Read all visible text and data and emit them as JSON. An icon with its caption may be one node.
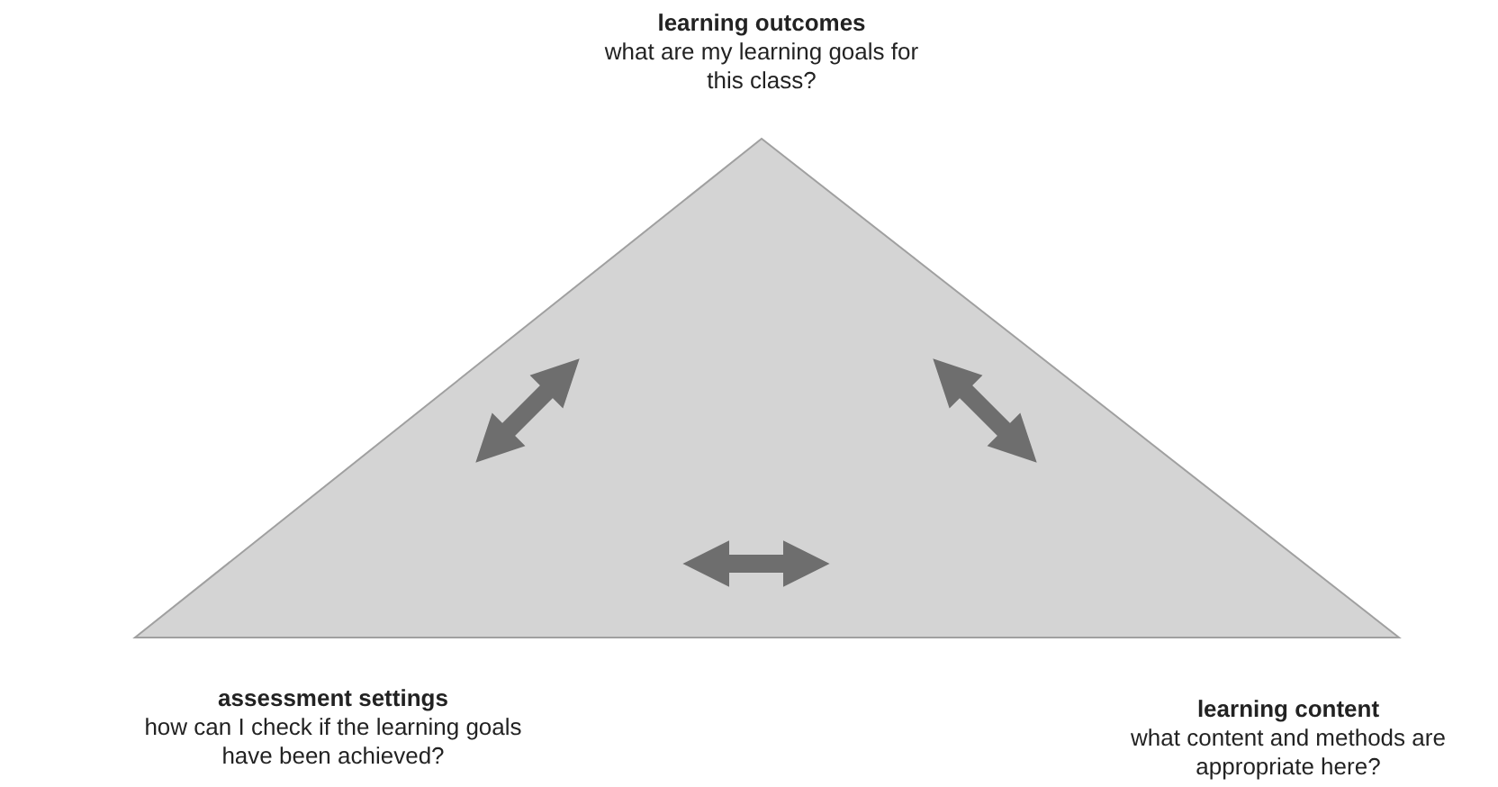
{
  "diagram": {
    "nodes": [
      {
        "text": [
          "learning outcomes",
          "what are my learning goals for this class?"
        ]
      },
      {
        "text": [
          "assessment settings",
          "how can I check if the learning goals have been achieved?"
        ]
      },
      {
        "text": [
          "learning content",
          "what content and methods are appropriate here?"
        ]
      }
    ]
  }
}
